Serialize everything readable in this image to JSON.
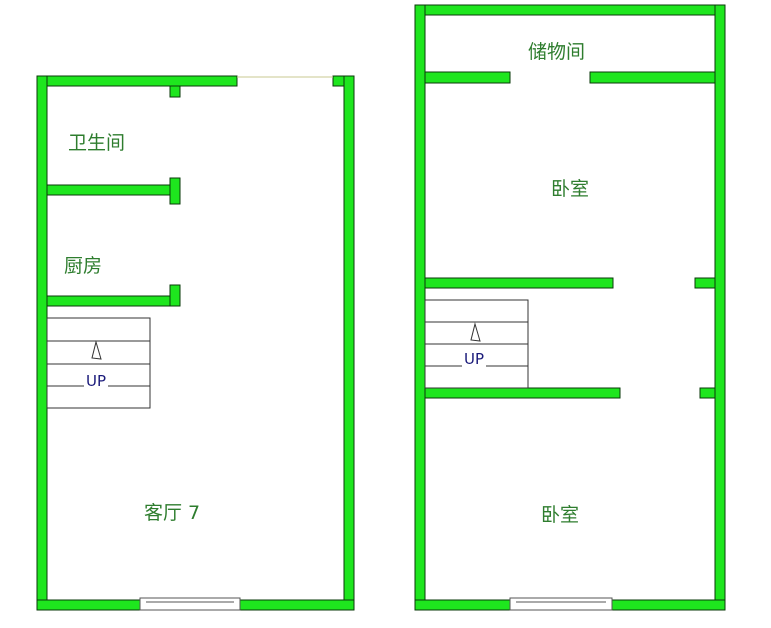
{
  "rooms": {
    "bathroom": "卫生间",
    "kitchen": "厨房",
    "living_room": "客厅 7",
    "storage": "储物间",
    "bedroom_upper": "卧室",
    "bedroom_lower": "卧室"
  },
  "stairs": {
    "left_label": "UP",
    "right_label": "UP"
  },
  "colors": {
    "wall": "#1ee61e",
    "label": "#2e7d2e"
  }
}
